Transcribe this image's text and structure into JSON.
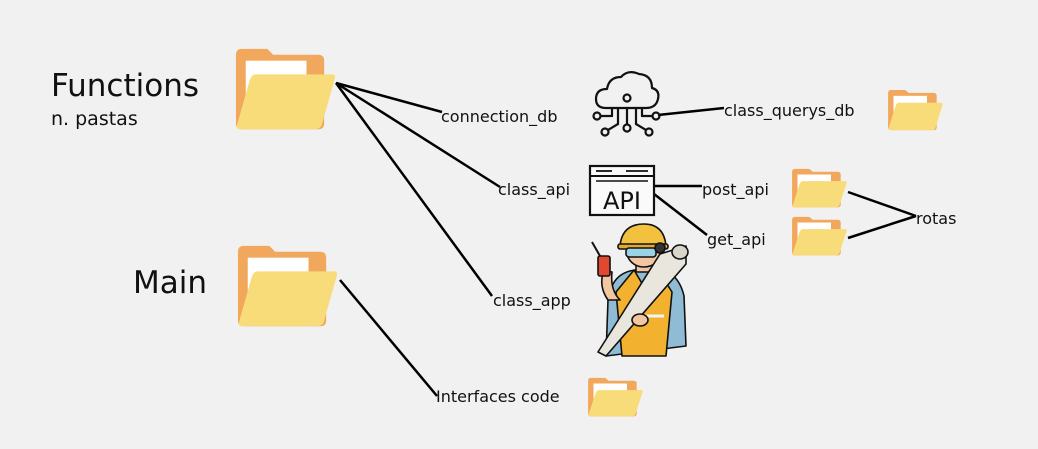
{
  "groups": {
    "functions": {
      "title": "Functions",
      "subtitle": "n. pastas"
    },
    "main": {
      "title": "Main"
    }
  },
  "nodes": {
    "connection_db": "connection_db",
    "class_api": "class_api",
    "class_app": "class_app",
    "class_querys_db": "class_querys_db",
    "post_api": "post_api",
    "get_api": "get_api",
    "rotas": "rotas",
    "interfaces_code": "Interfaces code"
  },
  "icons": {
    "api_badge": "API",
    "cloud": "cloud-network-icon",
    "worker": "engineer-illustration",
    "folder": "folder-icon"
  },
  "colors": {
    "background": "#f1f1f1",
    "folder_front": "#f9dc7a",
    "folder_back": "#f2a85c",
    "line": "#000000"
  }
}
